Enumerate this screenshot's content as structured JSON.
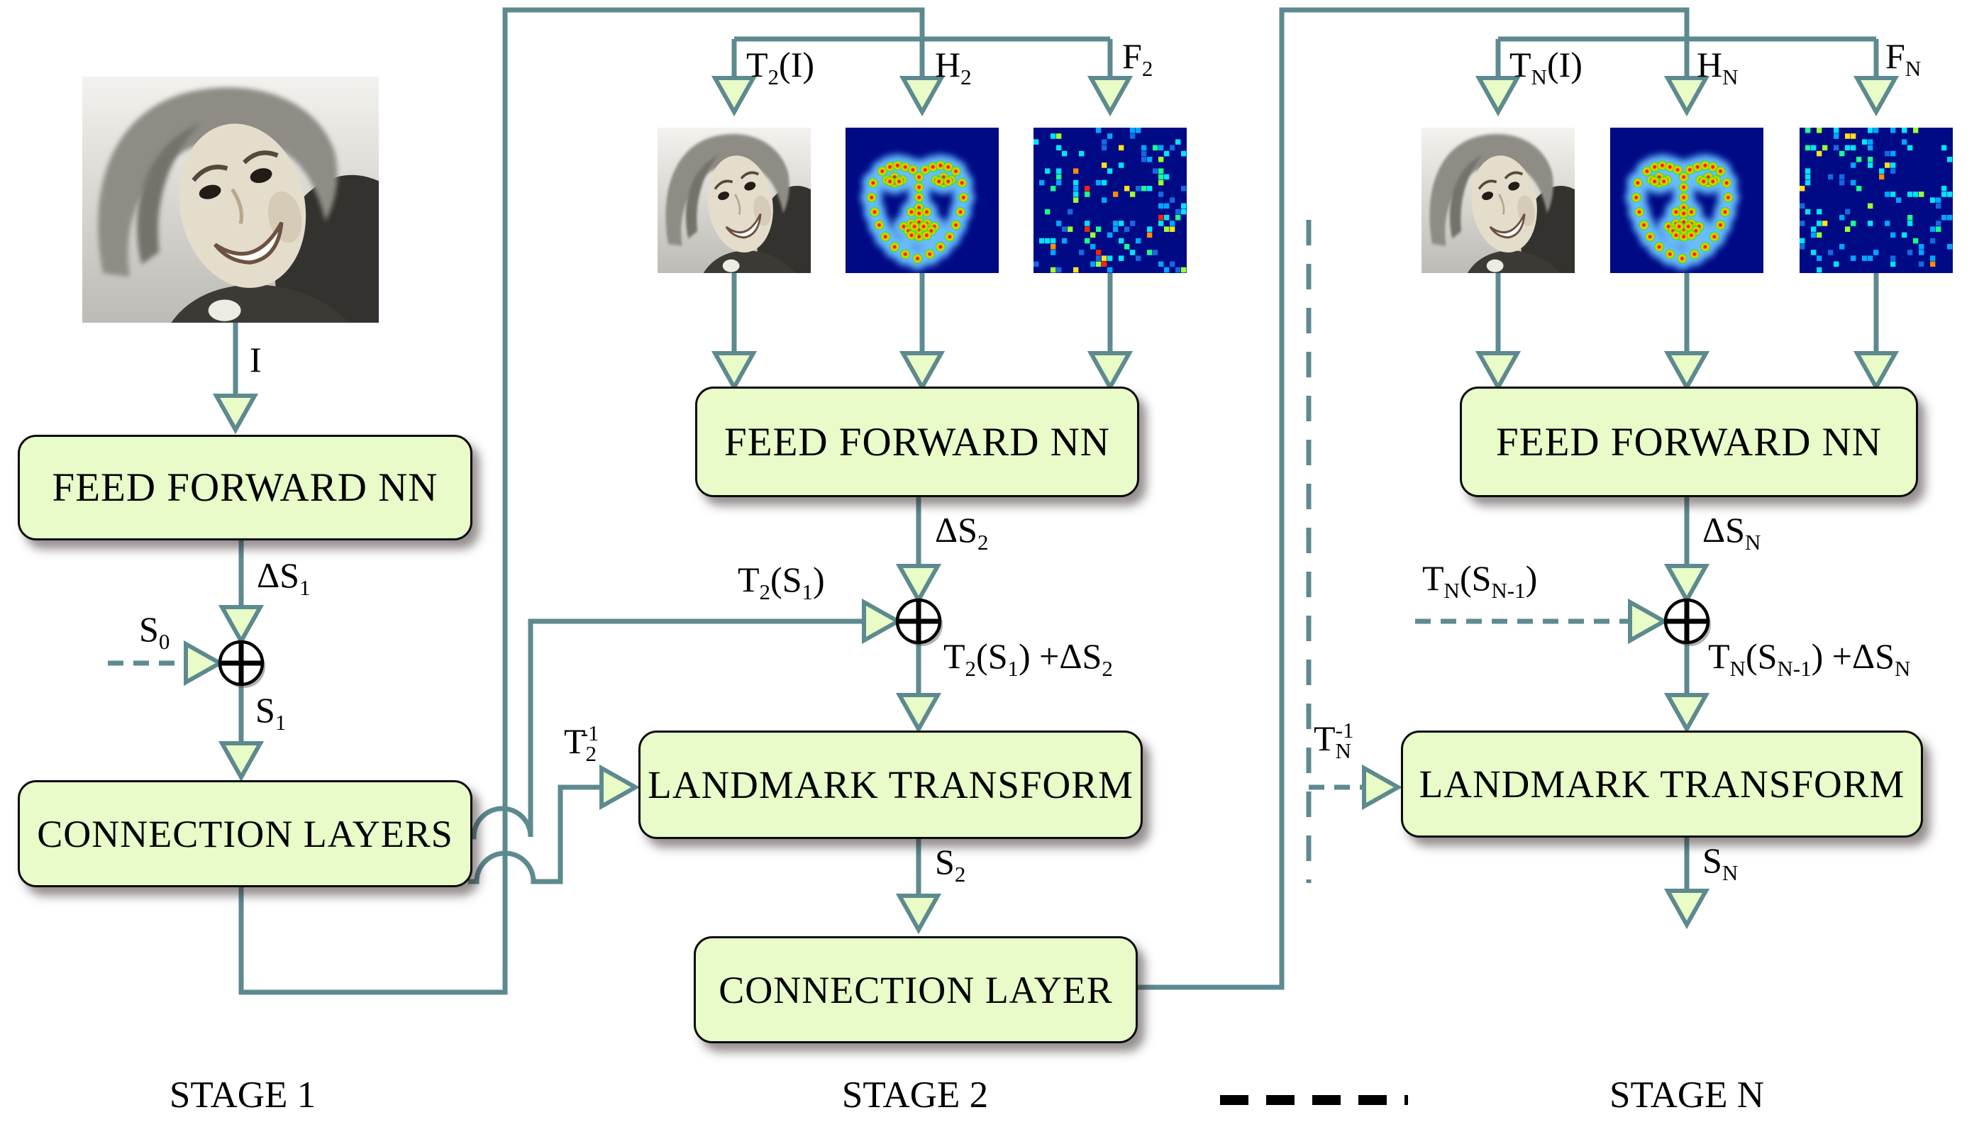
{
  "colors": {
    "wire": "#5d8a8f",
    "arrow_fill": "#e9fbc7",
    "box_fill": "#e8fbc8",
    "box_border": "#0b0b0b",
    "heatmap_bg": "#000a85",
    "stage_gap_dash": "#000000"
  },
  "stage1": {
    "label": "STAGE 1",
    "input_image": "face-photo",
    "input_label": "I",
    "ffnn_label": "FEED FORWARD NN",
    "delta_label": "ΔS_1_",
    "s0_label": "S_0_",
    "s1_label": "S_1_",
    "connection_label": "CONNECTION LAYERS",
    "plus_node": "plus-circle"
  },
  "stage2": {
    "label": "STAGE 2",
    "inputs": [
      {
        "label": "T_2_(I)",
        "image": "warped-face-photo"
      },
      {
        "label": "H_2_",
        "image": "landmark-heatmap"
      },
      {
        "label": "F_2_",
        "image": "feature-map"
      }
    ],
    "ffnn_label": "FEED FORWARD NN",
    "delta_label": "ΔS_2_",
    "feedback_label": "T_2_(S_1_)",
    "sum_label": "T_2_(S_1_) +ΔS_2_",
    "inverse_label": "T_2_^-1^",
    "landmark_label": "LANDMARK TRANSFORM",
    "s_label": "S_2_",
    "connection_label": "CONNECTION LAYER",
    "plus_node": "plus-circle"
  },
  "stageN": {
    "label": "STAGE N",
    "inputs": [
      {
        "label": "T_N_(I)",
        "image": "warped-face-photo"
      },
      {
        "label": "H_N_",
        "image": "landmark-heatmap"
      },
      {
        "label": "F_N_",
        "image": "feature-map"
      }
    ],
    "ffnn_label": "FEED FORWARD NN",
    "delta_label": "ΔS_N_",
    "feedback_label": "T_N_(S_N-1_)",
    "sum_label": "T_N_(S_N-1_) +ΔS_N_",
    "inverse_label": "T_N_^-1^",
    "landmark_label": "LANDMARK TRANSFORM",
    "s_label": "S_N_",
    "plus_node": "plus-circle"
  },
  "heatmap_points": [
    [
      18,
      38
    ],
    [
      17,
      48
    ],
    [
      19,
      58
    ],
    [
      22,
      67
    ],
    [
      26,
      75
    ],
    [
      32,
      82
    ],
    [
      39,
      87
    ],
    [
      47,
      90
    ],
    [
      55,
      87
    ],
    [
      62,
      82
    ],
    [
      68,
      75
    ],
    [
      72,
      67
    ],
    [
      75,
      58
    ],
    [
      77,
      48
    ],
    [
      76,
      38
    ],
    [
      24,
      30
    ],
    [
      29,
      27
    ],
    [
      34,
      26
    ],
    [
      39,
      27
    ],
    [
      44,
      29
    ],
    [
      52,
      29
    ],
    [
      57,
      27
    ],
    [
      62,
      26
    ],
    [
      67,
      27
    ],
    [
      72,
      30
    ],
    [
      27,
      36
    ],
    [
      32,
      34
    ],
    [
      37,
      36
    ],
    [
      32,
      38
    ],
    [
      29,
      37
    ],
    [
      35,
      37
    ],
    [
      59,
      36
    ],
    [
      64,
      34
    ],
    [
      69,
      36
    ],
    [
      64,
      38
    ],
    [
      61,
      37
    ],
    [
      67,
      37
    ],
    [
      48,
      34
    ],
    [
      48,
      41
    ],
    [
      48,
      48
    ],
    [
      48,
      55
    ],
    [
      43,
      58
    ],
    [
      48,
      59
    ],
    [
      53,
      58
    ],
    [
      38,
      68
    ],
    [
      43,
      66
    ],
    [
      48,
      65
    ],
    [
      53,
      66
    ],
    [
      58,
      68
    ],
    [
      41,
      71
    ],
    [
      46,
      70
    ],
    [
      51,
      70
    ],
    [
      56,
      71
    ],
    [
      43,
      74
    ],
    [
      48,
      75
    ],
    [
      53,
      74
    ],
    [
      48,
      70
    ],
    [
      45,
      68
    ],
    [
      51,
      68
    ]
  ],
  "featuremap": {
    "cols": 27,
    "rows": 25,
    "fill_ratio": 0.17,
    "palette": [
      "#00e5ff",
      "#00a6ff",
      "#1668e0",
      "#19ff8c",
      "#9dff2f",
      "#ffe11a",
      "#ff8c00",
      "#ff2200"
    ],
    "weights": [
      0.26,
      0.25,
      0.18,
      0.12,
      0.09,
      0.05,
      0.03,
      0.02
    ],
    "seeds": {
      "stage2": 20,
      "stageN": 77
    }
  }
}
